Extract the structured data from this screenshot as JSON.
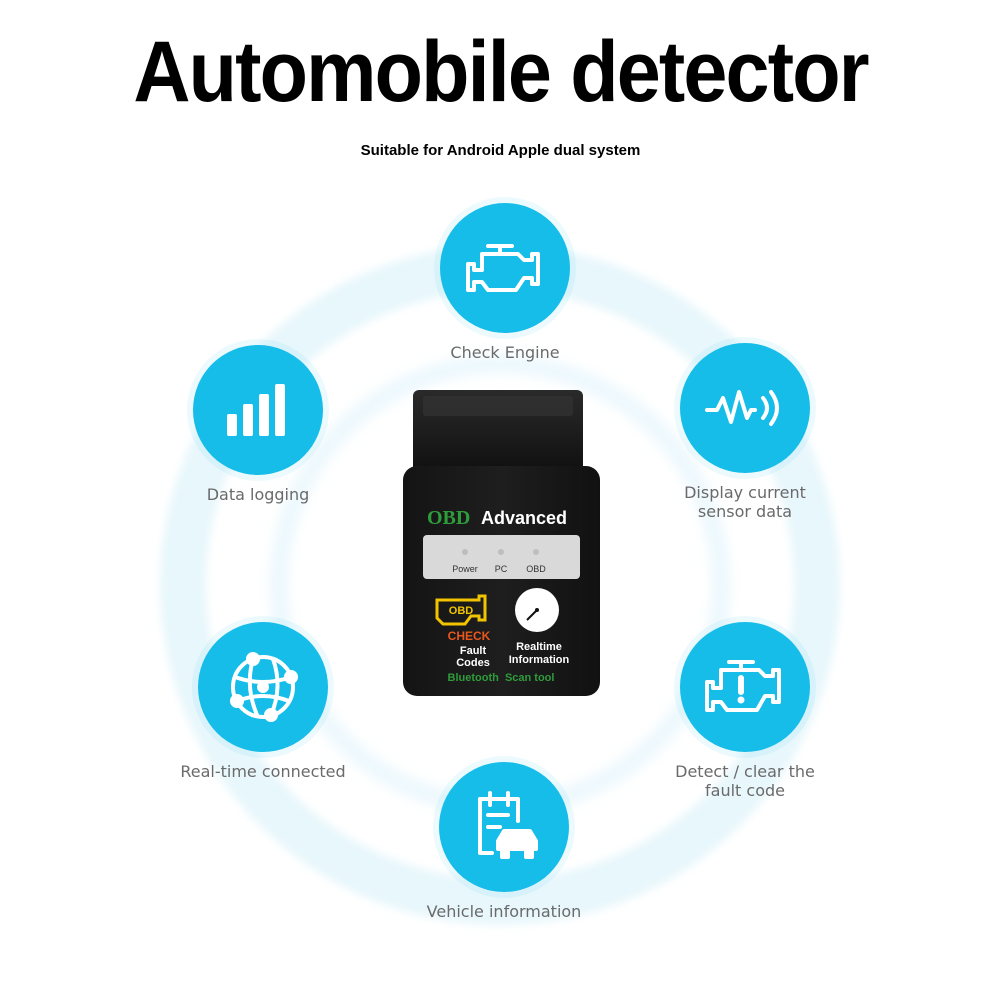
{
  "header": {
    "title": "Automobile detector",
    "subtitle": "Suitable for Android Apple dual system"
  },
  "features": {
    "check_engine": {
      "label": "Check Engine",
      "icon": "check-engine-icon"
    },
    "data_logging": {
      "label": "Data logging",
      "icon": "signal-bars-icon"
    },
    "sensor_data": {
      "label_line1": "Display current",
      "label_line2": "sensor data",
      "icon": "pulse-waves-icon"
    },
    "realtime_connected": {
      "label": "Real-time connected",
      "icon": "globe-network-icon"
    },
    "fault_code": {
      "label_line1": "Detect / clear the",
      "label_line2": "fault code",
      "icon": "engine-warning-icon"
    },
    "vehicle_info": {
      "label": "Vehicle information",
      "icon": "clipboard-car-icon"
    }
  },
  "device": {
    "brand": "OBD",
    "model": "Advanced",
    "leds": [
      "Power",
      "PC",
      "OBD"
    ],
    "engine_label": "OBD",
    "check_text": "CHECK",
    "fault_line1": "Fault",
    "fault_line2": "Codes",
    "realtime_line1": "Realtime",
    "realtime_line2": "Information",
    "footer": "Bluetooth  Scan tool",
    "colors": {
      "brand": "#2e9c3a",
      "footer": "#2e9c3a",
      "check": "#e8571e",
      "engine": "#f2c400"
    }
  },
  "colors": {
    "accent": "#16bde9",
    "label": "#6a6a6a"
  }
}
